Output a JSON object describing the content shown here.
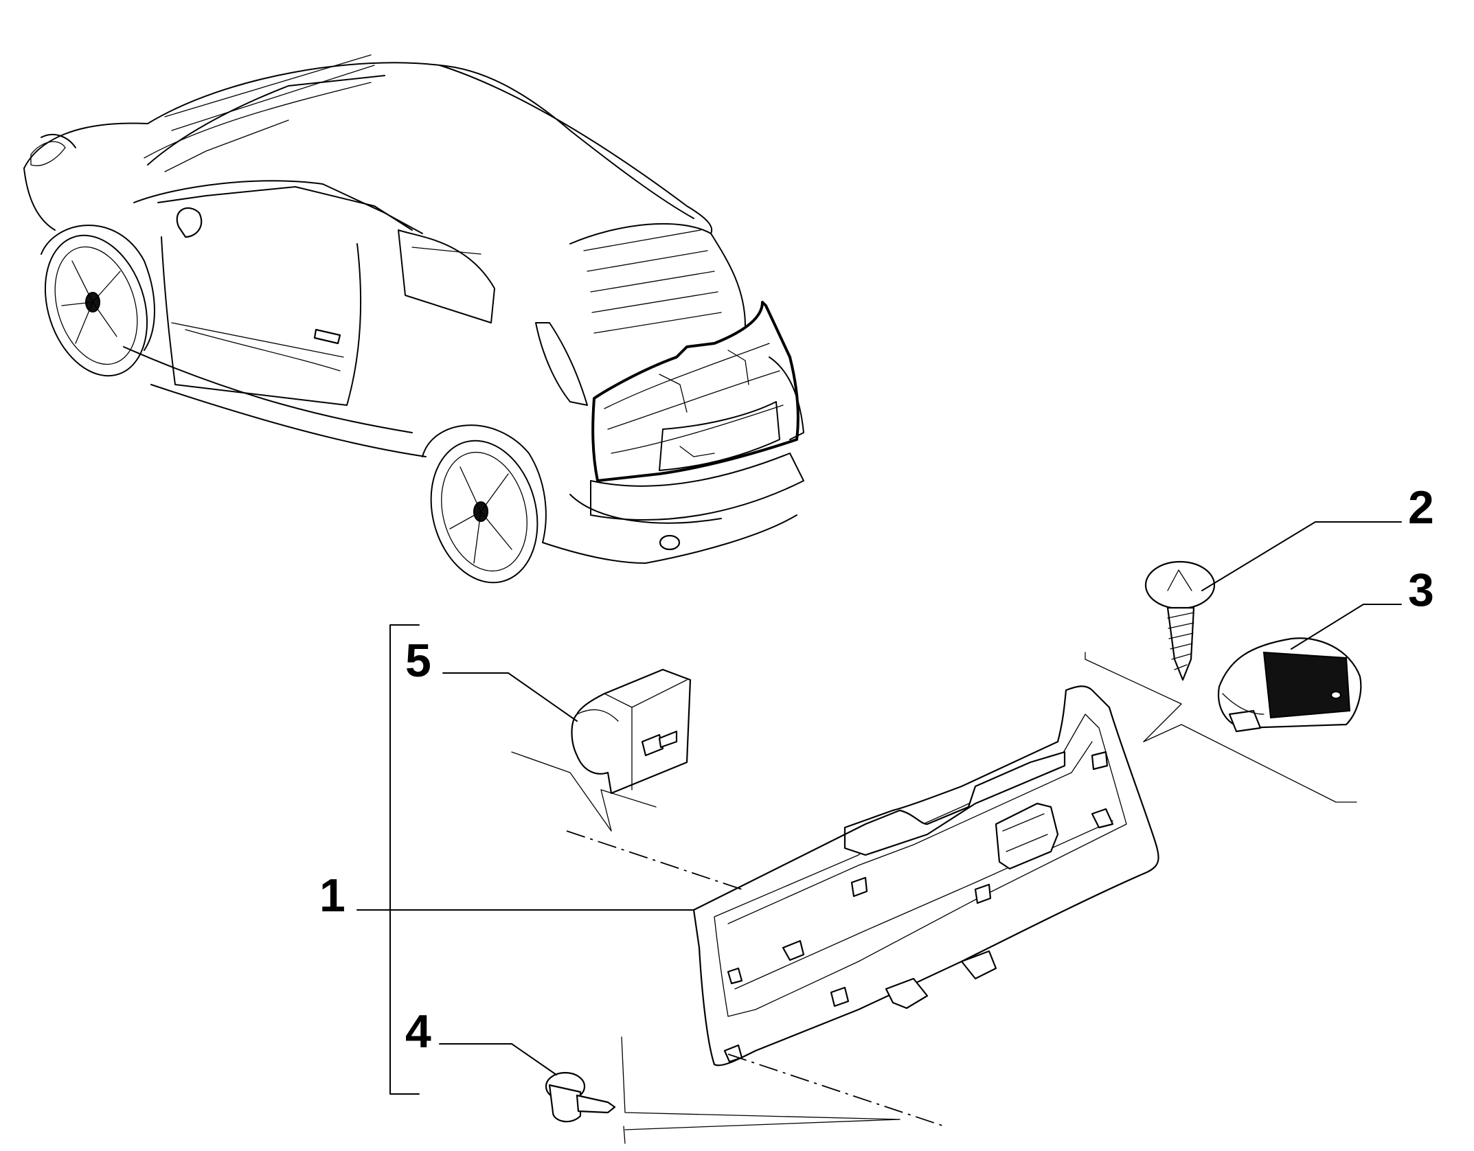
{
  "callouts": [
    {
      "id": "1",
      "text": "1"
    },
    {
      "id": "2",
      "text": "2"
    },
    {
      "id": "3",
      "text": "3"
    },
    {
      "id": "4",
      "text": "4"
    },
    {
      "id": "5",
      "text": "5"
    }
  ],
  "colors": {
    "ink": "#000000",
    "paper": "#ffffff"
  }
}
